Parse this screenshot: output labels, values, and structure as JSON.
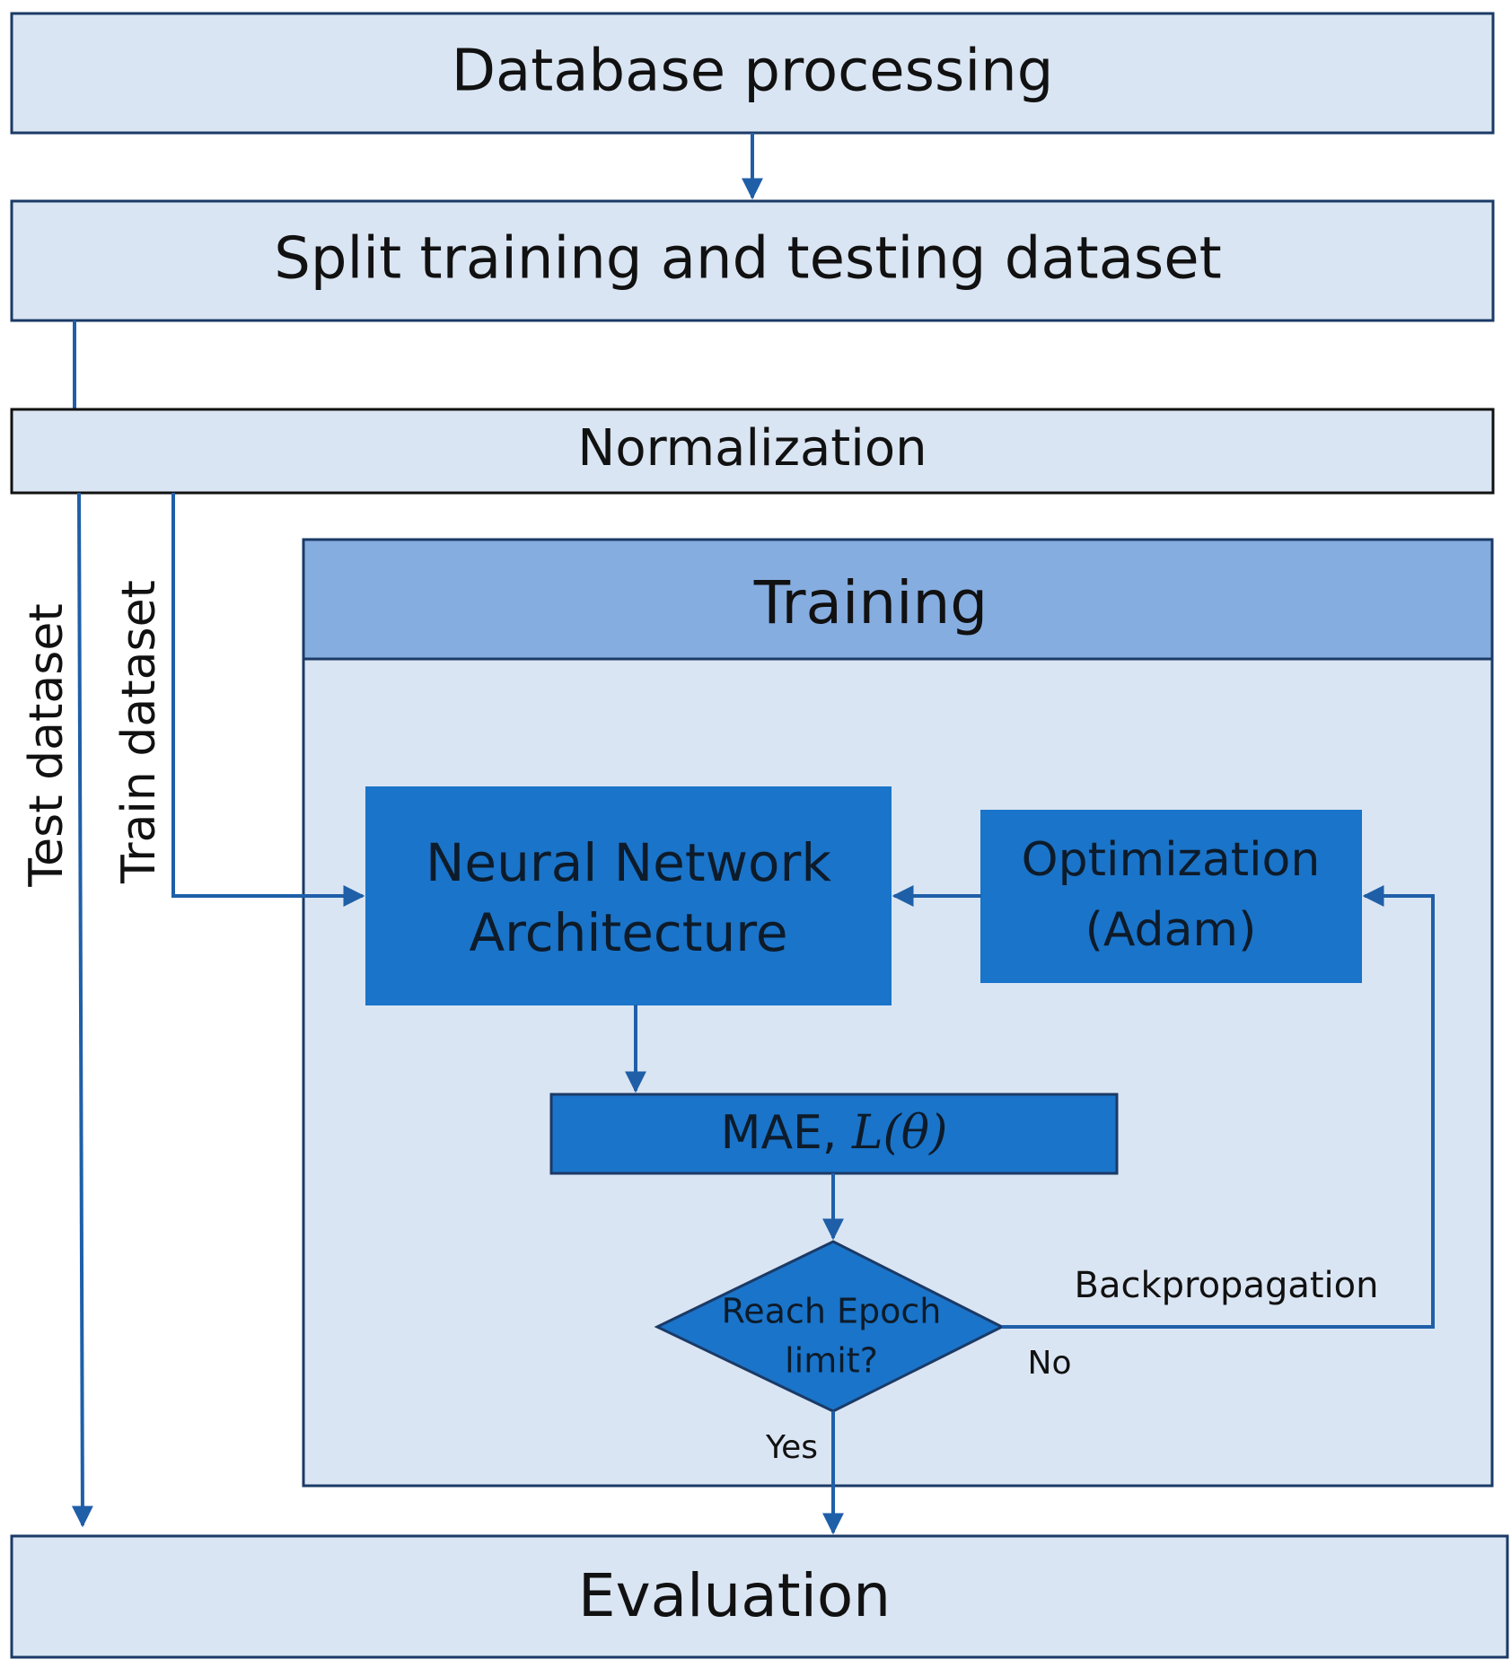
{
  "boxes": {
    "database_processing": "Database processing",
    "split_dataset": "Split training and testing dataset",
    "normalization": "Normalization",
    "training_title": "Training",
    "neural_network_line1": "Neural Network",
    "neural_network_line2": "Architecture",
    "optimization_line1": "Optimization",
    "optimization_line2": "(Adam)",
    "loss_prefix": "MAE, ",
    "loss_symbol": "L(θ)",
    "decision_line1": "Reach Epoch",
    "decision_line2": "limit?",
    "evaluation": "Evaluation"
  },
  "edge_labels": {
    "test_dataset": "Test dataset",
    "train_dataset": "Train dataset",
    "backpropagation": "Backpropagation",
    "no": "No",
    "yes": "Yes"
  },
  "colors": {
    "light_fill": "#dae5f3",
    "header_fill": "#86ade0",
    "accent_blue": "#1a74c9",
    "arrow_blue": "#1f5fa8",
    "border_navy": "#1b3a66",
    "border_black": "#111111"
  }
}
